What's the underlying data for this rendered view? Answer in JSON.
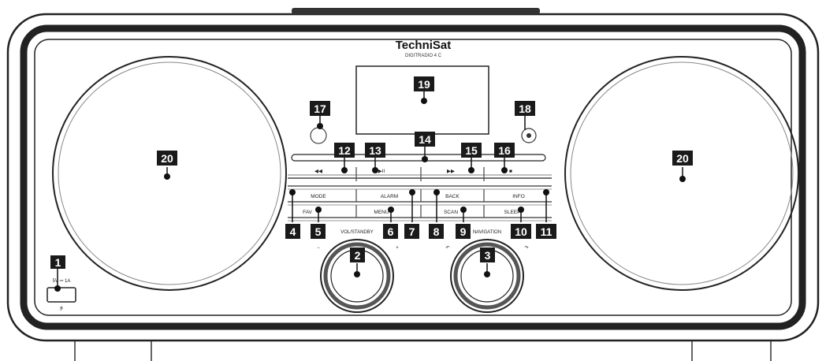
{
  "brand": {
    "name": "TechniSat",
    "model": "DIGITRADIO 4 C"
  },
  "buttons": {
    "top_row": [
      "◀◀",
      "▶II",
      "▶▶",
      "■"
    ],
    "middle_row": [
      "MODE",
      "ALARM",
      "BACK",
      "INFO"
    ],
    "bottom_row": [
      "FAV",
      "MENU",
      "SCAN",
      "SLEEP"
    ]
  },
  "knobs": {
    "left_label": "VOL/STANDBY",
    "right_label": "NAVIGATION",
    "left_minus": "−",
    "left_plus": "+",
    "right_left": "↶",
    "right_right": "↷"
  },
  "usb_label": "5V ⎓ 1A",
  "usb_symbol": "⭍",
  "callouts": [
    "1",
    "2",
    "3",
    "4",
    "5",
    "6",
    "7",
    "8",
    "9",
    "10",
    "11",
    "12",
    "13",
    "14",
    "15",
    "16",
    "17",
    "18",
    "19",
    "20",
    "20"
  ]
}
